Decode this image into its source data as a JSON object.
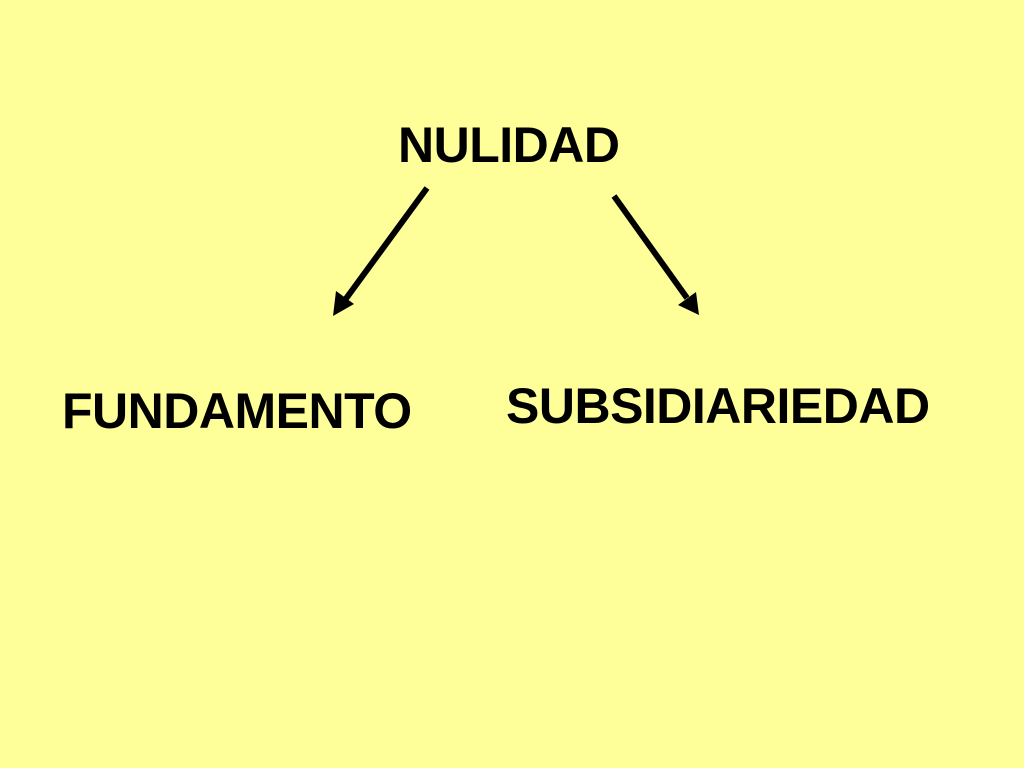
{
  "slide": {
    "background_color": "#ffff99",
    "text_color": "#000000",
    "root": {
      "label": "NULIDAD"
    },
    "branches": [
      {
        "label": "FUNDAMENTO"
      },
      {
        "label": "SUBSIDIARIEDAD"
      }
    ]
  }
}
